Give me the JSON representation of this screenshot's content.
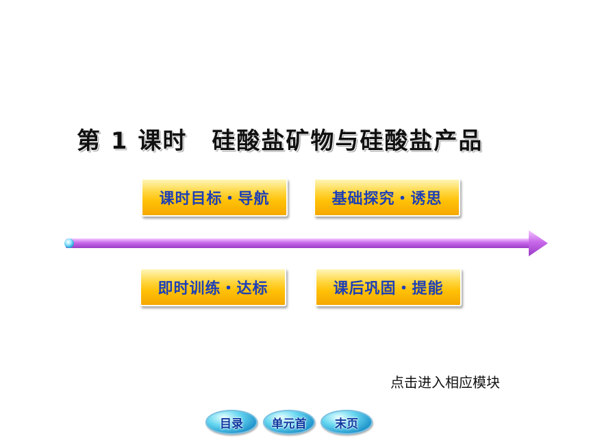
{
  "title": {
    "lesson": "第 1 课时",
    "topic": "硅酸盐矿物与硅酸盐产品"
  },
  "modules": [
    {
      "label": "课时目标・导航"
    },
    {
      "label": "基础探究・诱思"
    },
    {
      "label": "即时训练・达标"
    },
    {
      "label": "课后巩固・提能"
    }
  ],
  "hint": "点击进入相应模块",
  "bottom_nav": {
    "contents": "目录",
    "unit_start": "单元首",
    "last_page": "末页"
  },
  "colors": {
    "button_gold": "#ffc107",
    "button_text": "#1d3fb6",
    "arrow_purple": "#c15ee0",
    "nav_oval_blue": "#1b8fc8"
  }
}
